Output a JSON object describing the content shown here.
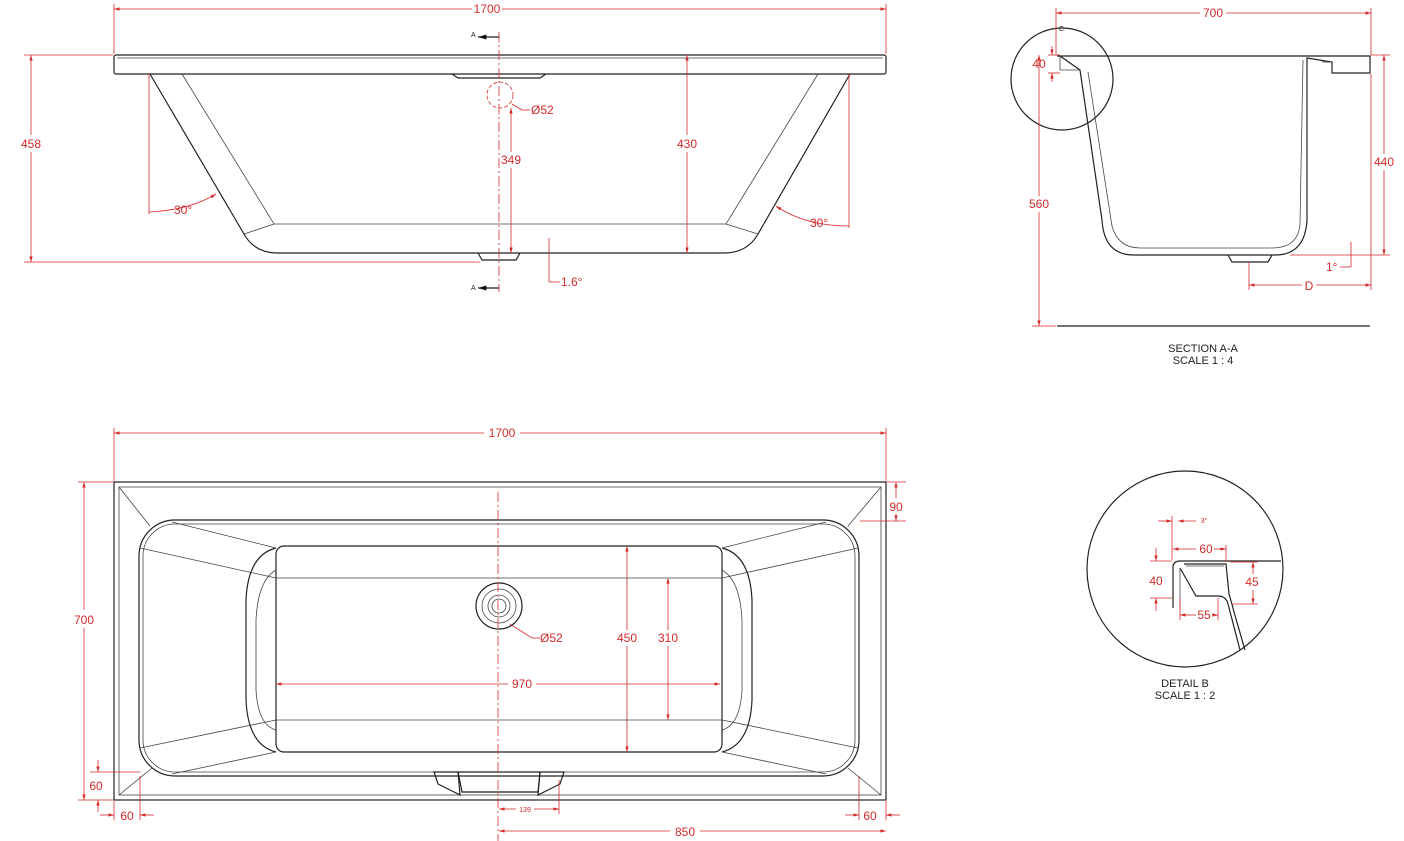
{
  "front_view": {
    "dim_length": "1700",
    "dim_height": "458",
    "dim_depth_430": "430",
    "dim_349": "349",
    "dim_waste_dia": "Ø52",
    "angle_left": "30°",
    "angle_right": "30°",
    "slope": "1.6°",
    "section_mark_top": "A",
    "section_mark_bottom": "A"
  },
  "section_view": {
    "dim_width": "700",
    "dim_rim": "40",
    "dim_total_height": "560",
    "dim_depth": "440",
    "slope": "1°",
    "dim_d": "D",
    "detail_marker": "C",
    "caption_title": "SECTION A-A",
    "caption_scale": "SCALE 1 : 4"
  },
  "top_view": {
    "dim_length": "1700",
    "dim_width": "700",
    "dim_rim_90": "90",
    "dim_inner_width": "450",
    "dim_floor_width": "310",
    "dim_floor_length": "970",
    "dim_waste_dia": "Ø52",
    "dim_60_left_vertical": "60",
    "dim_60_left_bottom": "60",
    "dim_60_right_bottom": "60",
    "dim_139": "139",
    "dim_850": "850"
  },
  "detail_view": {
    "angle": "3°",
    "dim_60": "60",
    "dim_40": "40",
    "dim_45": "45",
    "dim_55": "55",
    "caption_title": "DETAIL B",
    "caption_scale": "SCALE 1 : 2"
  }
}
